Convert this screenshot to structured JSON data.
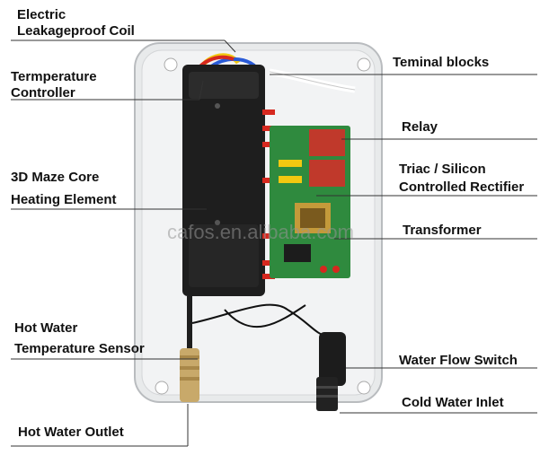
{
  "labels": {
    "coil_line1": "Electric",
    "coil_line2": "Leakageproof Coil",
    "temp_ctrl_line1": "Termperature",
    "temp_ctrl_line2": "Controller",
    "core_line1": "3D Maze Core",
    "core_line2": "Heating Element",
    "sensor_line1": "Hot  Water",
    "sensor_line2": "Temperature Sensor",
    "outlet": "Hot Water Outlet",
    "terminal": "Teminal blocks",
    "relay": "Relay",
    "triac_line1": "Triac / Silicon",
    "triac_line2": "Controlled Rectifier",
    "transformer": "Transformer",
    "flow_switch": "Water Flow Switch",
    "inlet": "Cold Water Inlet"
  },
  "watermark": "cafos.en.alibaba.com",
  "colors": {
    "housing": "#e9ebec",
    "heater_body": "#1e1e1e",
    "pcb": "#2f8a3e",
    "relay": "#c0392b",
    "wire_red": "#d6281f",
    "wire_yellow": "#f2c811",
    "wire_blue": "#2a5bd7",
    "leader_line": "#333333"
  }
}
